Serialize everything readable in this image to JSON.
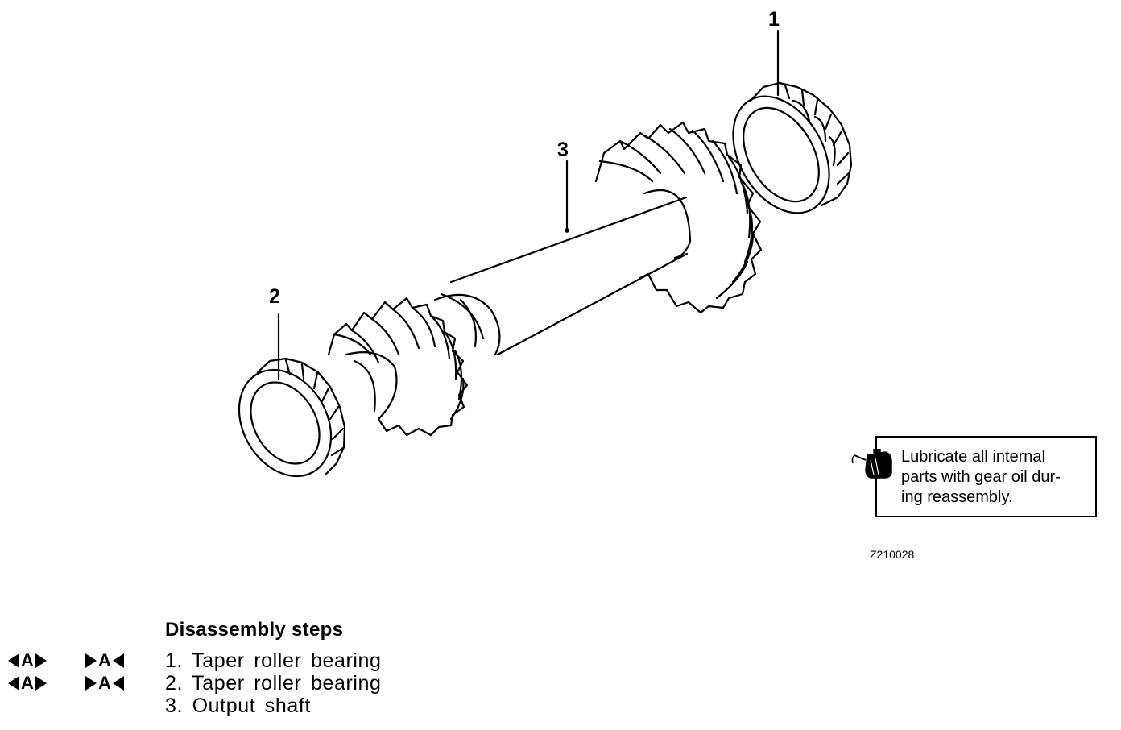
{
  "callouts": [
    "1",
    "2",
    "3"
  ],
  "note": {
    "text": "Lubricate all internal parts with gear oil during reassembly.",
    "lines": [
      "Lubricate all internal",
      "parts with gear oil dur-",
      "ing reassembly."
    ],
    "icon": "oil-can-icon"
  },
  "figure_code": "Z210028",
  "disassembly": {
    "title": "Disassembly steps",
    "steps": [
      {
        "text": "1. Taper roller bearing",
        "removal_mark": "A",
        "install_mark": "A"
      },
      {
        "text": "2. Taper roller bearing",
        "removal_mark": "A",
        "install_mark": "A"
      },
      {
        "text": "3. Output shaft"
      }
    ]
  }
}
